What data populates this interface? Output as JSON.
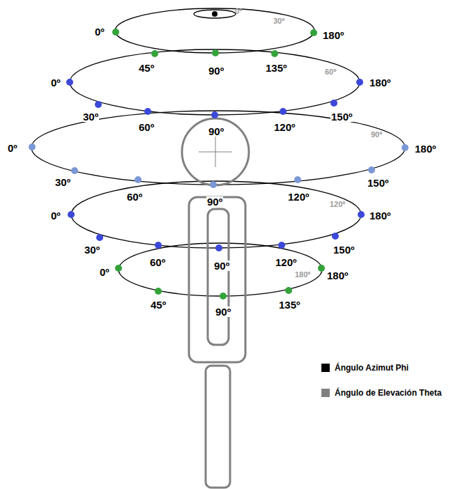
{
  "diagram": {
    "labels": [
      "0º",
      "30º",
      "0º",
      "180º",
      "45º",
      "90º",
      "135º",
      "60º",
      "0º",
      "180º",
      "30º",
      "60º",
      "90º",
      "120º",
      "150º",
      "90º",
      "0º",
      "180º",
      "30º",
      "60º",
      "90º",
      "120º",
      "150º",
      "120º",
      "0º",
      "180º",
      "30º",
      "60º",
      "90º",
      "120º",
      "150º",
      "180º",
      "0º",
      "180º",
      "45º",
      "90º",
      "135º"
    ],
    "legend": [
      {
        "text": "Ángulo Azimut Phi",
        "color": "#000000"
      },
      {
        "text": "Ángulo de Elevación Theta",
        "color": "#808080"
      }
    ]
  }
}
